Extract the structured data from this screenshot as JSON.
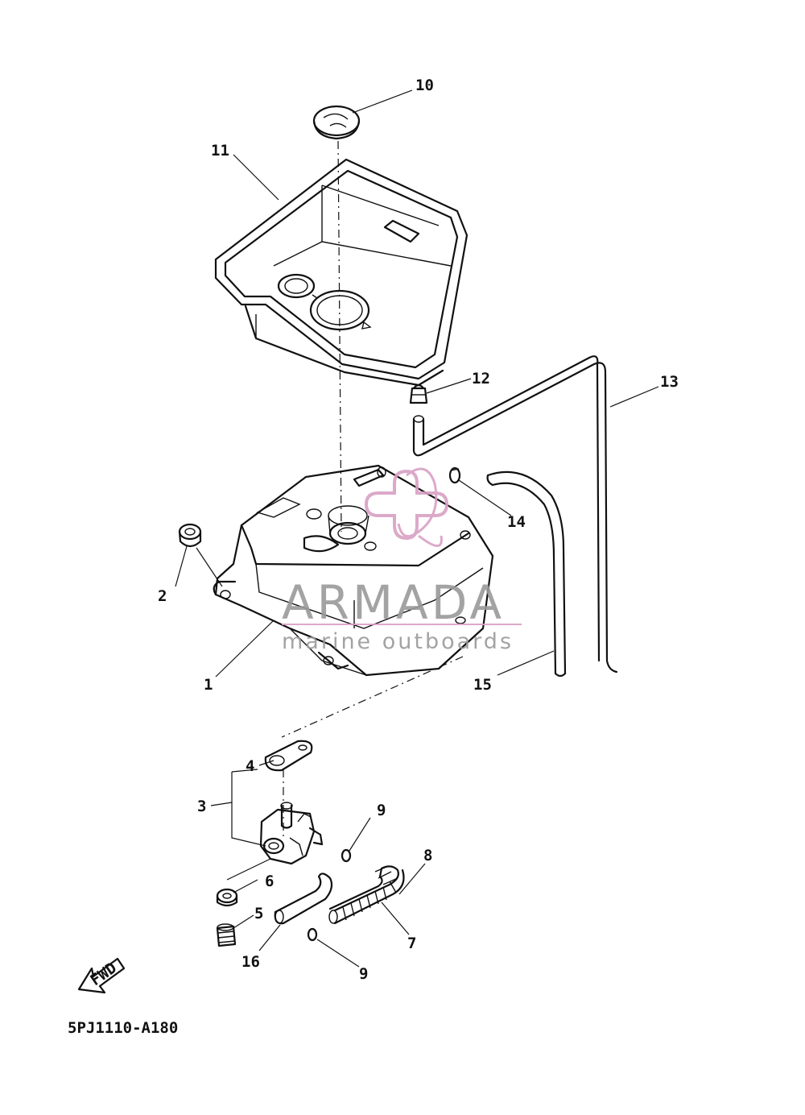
{
  "diagram_code": "5PJ1110-A180",
  "fwd_label": "FWD",
  "watermark": {
    "brand": "ARMADA",
    "tagline": "marine outboards",
    "color": "#d9a0c4",
    "text_color": "#9a9a9a"
  },
  "callouts": [
    {
      "id": "1",
      "label": "1"
    },
    {
      "id": "2",
      "label": "2"
    },
    {
      "id": "3",
      "label": "3"
    },
    {
      "id": "4",
      "label": "4"
    },
    {
      "id": "5",
      "label": "5"
    },
    {
      "id": "6",
      "label": "6"
    },
    {
      "id": "7",
      "label": "7"
    },
    {
      "id": "8",
      "label": "8"
    },
    {
      "id": "9a",
      "label": "9"
    },
    {
      "id": "9b",
      "label": "9"
    },
    {
      "id": "10",
      "label": "10"
    },
    {
      "id": "11",
      "label": "11"
    },
    {
      "id": "12",
      "label": "12"
    },
    {
      "id": "13",
      "label": "13"
    },
    {
      "id": "14",
      "label": "14"
    },
    {
      "id": "15",
      "label": "15"
    },
    {
      "id": "16",
      "label": "16"
    }
  ]
}
